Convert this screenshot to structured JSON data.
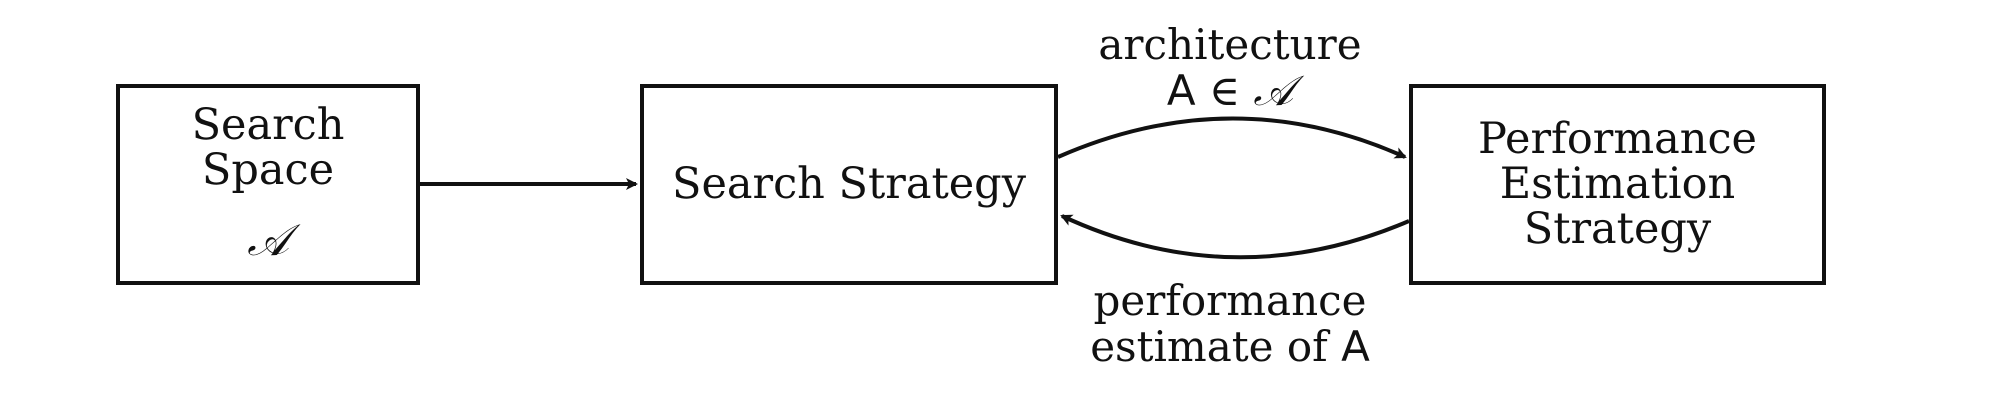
{
  "nodes": {
    "search_space": {
      "title": "Search Space",
      "symbol": "𝒜"
    },
    "search_strategy": {
      "title": "Search Strategy"
    },
    "performance_estimation": {
      "lines": [
        "Performance",
        "Estimation",
        "Strategy"
      ]
    }
  },
  "edges": {
    "architecture": {
      "line1": "architecture",
      "symbol_A": "A",
      "symbol_in": "∈",
      "symbol_set": "𝒜"
    },
    "performance": {
      "line1": "performance",
      "line2_text": "estimate of",
      "symbol_A": "A"
    }
  }
}
